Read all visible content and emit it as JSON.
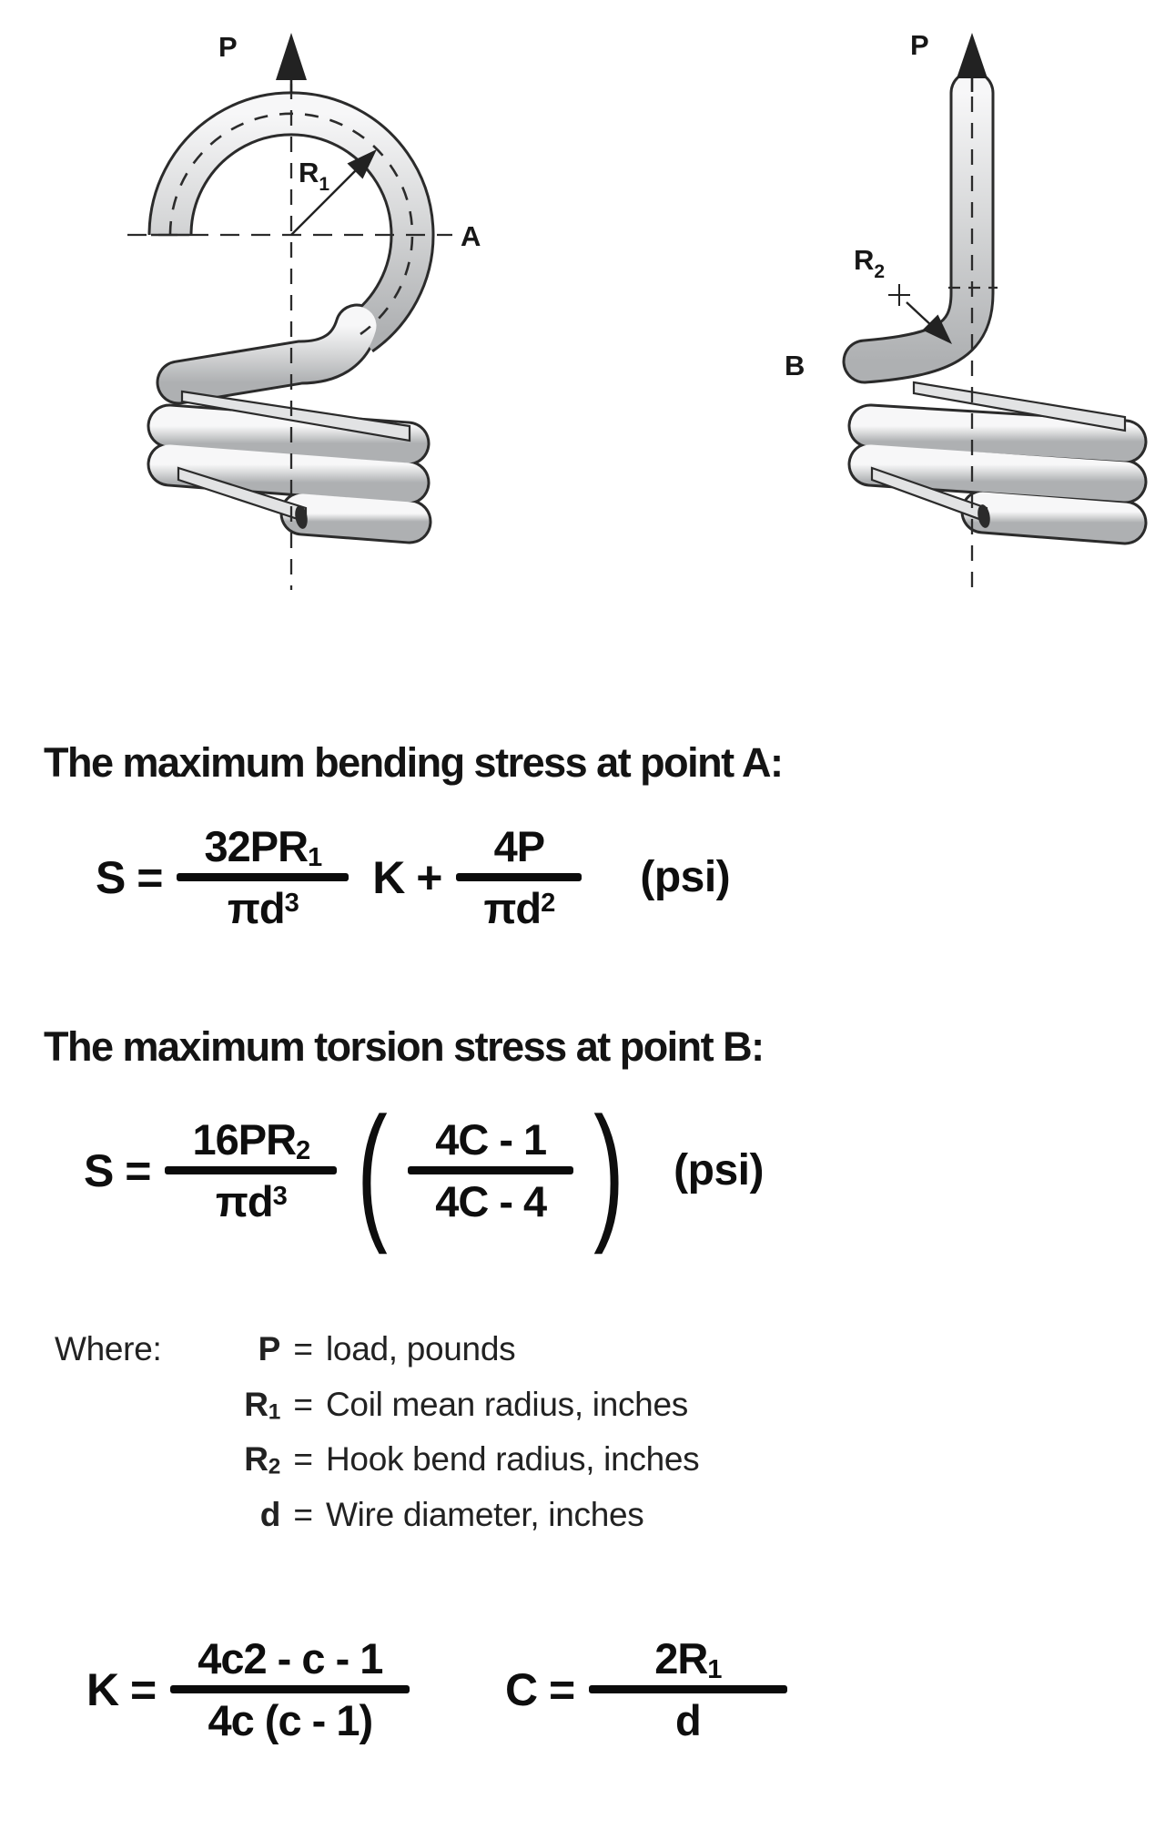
{
  "diagram_left": {
    "load_label": "P",
    "radius_base": "R",
    "radius_sub": "1",
    "point_label": "A"
  },
  "diagram_right": {
    "load_label": "P",
    "radius_base": "R",
    "radius_sub": "2",
    "point_label": "B"
  },
  "section_a": {
    "heading": "The maximum bending stress at point A:",
    "formula": {
      "lhs": "S =",
      "frac1_num_base": "32PR",
      "frac1_num_sub": "1",
      "frac1_den_base": "πd",
      "frac1_den_sup": "3",
      "operator": "K +",
      "frac2_num": "4P",
      "frac2_den_base": "πd",
      "frac2_den_sup": "2",
      "unit": "(psi)"
    }
  },
  "section_b": {
    "heading": "The maximum torsion stress at point B:",
    "formula": {
      "lhs": "S =",
      "frac1_num_base": "16PR",
      "frac1_num_sub": "2",
      "frac1_den_base": "πd",
      "frac1_den_sup": "3",
      "paren_open": "(",
      "inner_num": "4C - 1",
      "inner_den": "4C - 4",
      "paren_close": ")",
      "unit": "(psi)"
    }
  },
  "where": {
    "label": "Where:",
    "rows": [
      {
        "var_base": "P",
        "var_sub": "",
        "eq": "=",
        "def": "load, pounds"
      },
      {
        "var_base": "R",
        "var_sub": "1",
        "eq": "=",
        "def": "Coil mean radius, inches"
      },
      {
        "var_base": "R",
        "var_sub": "2",
        "eq": "=",
        "def": "Hook bend radius, inches"
      },
      {
        "var_base": "d",
        "var_sub": "",
        "eq": "=",
        "def": "Wire diameter, inches"
      }
    ]
  },
  "formula_k": {
    "lhs": "K =",
    "num": "4c2 - c - 1",
    "den": "4c (c - 1)"
  },
  "formula_c": {
    "lhs": "C =",
    "num_base": "2R",
    "num_sub": "1",
    "den": "d"
  },
  "colors": {
    "ink": "#1a1a1a",
    "outline": "#2b2b2b",
    "tube_light": "#f4f4f5",
    "tube_dark": "#aeb0b2",
    "bar": "#0b0b0b"
  }
}
